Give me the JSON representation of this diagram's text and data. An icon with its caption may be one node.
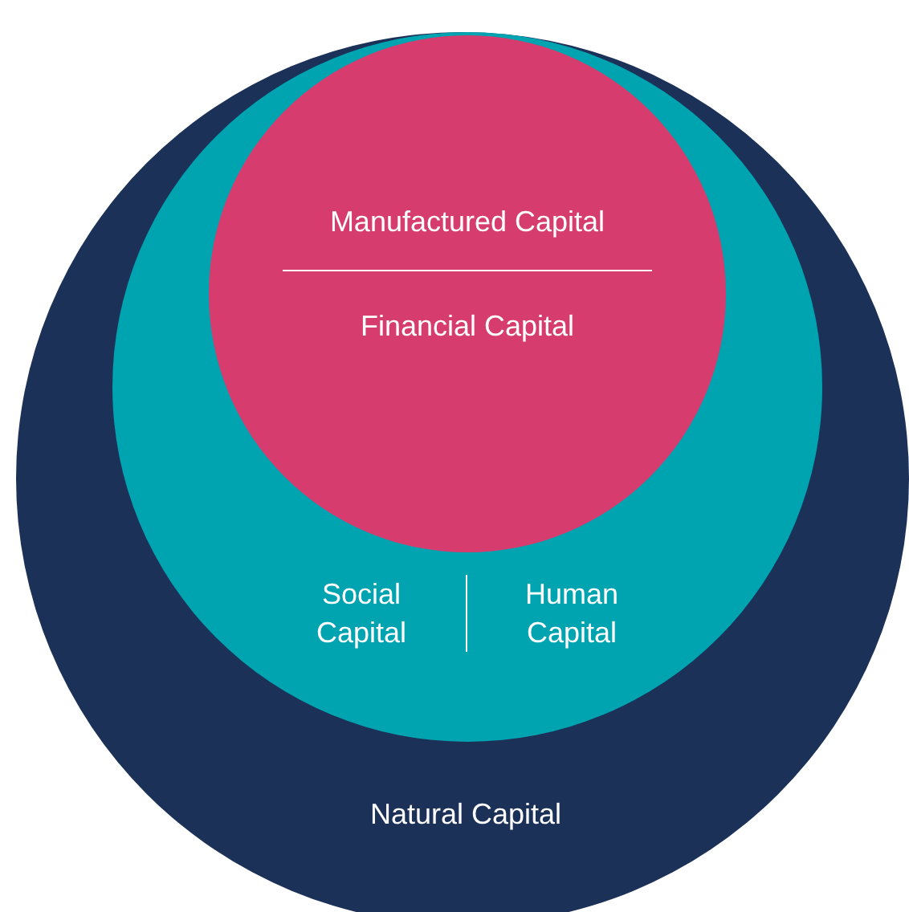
{
  "diagram": {
    "nodes": [
      {
        "text": [
          "Natural Capital"
        ]
      },
      {
        "text": [
          "Social Capital",
          "Human Capital"
        ],
        "in": 0
      },
      {
        "text": [
          "Manufactured Capital",
          "Financial Capital"
        ],
        "in": 1
      }
    ]
  }
}
